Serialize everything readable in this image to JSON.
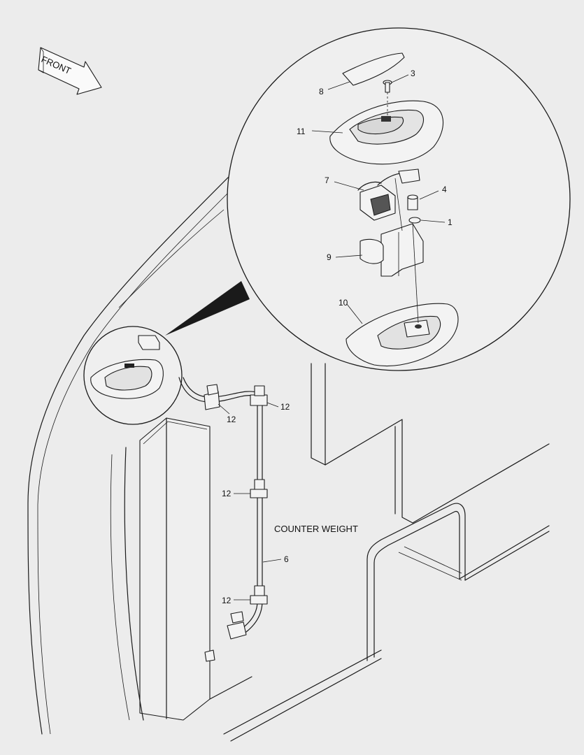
{
  "front_label": "FRONT",
  "counterweight_label": "COUNTER WEIGHT",
  "callouts": {
    "c1": "1",
    "c3": "3",
    "c4": "4",
    "c6": "6",
    "c7": "7",
    "c8": "8",
    "c9": "9",
    "c10": "10",
    "c11": "11",
    "c12a": "12",
    "c12b": "12",
    "c12c": "12",
    "c12d": "12"
  }
}
